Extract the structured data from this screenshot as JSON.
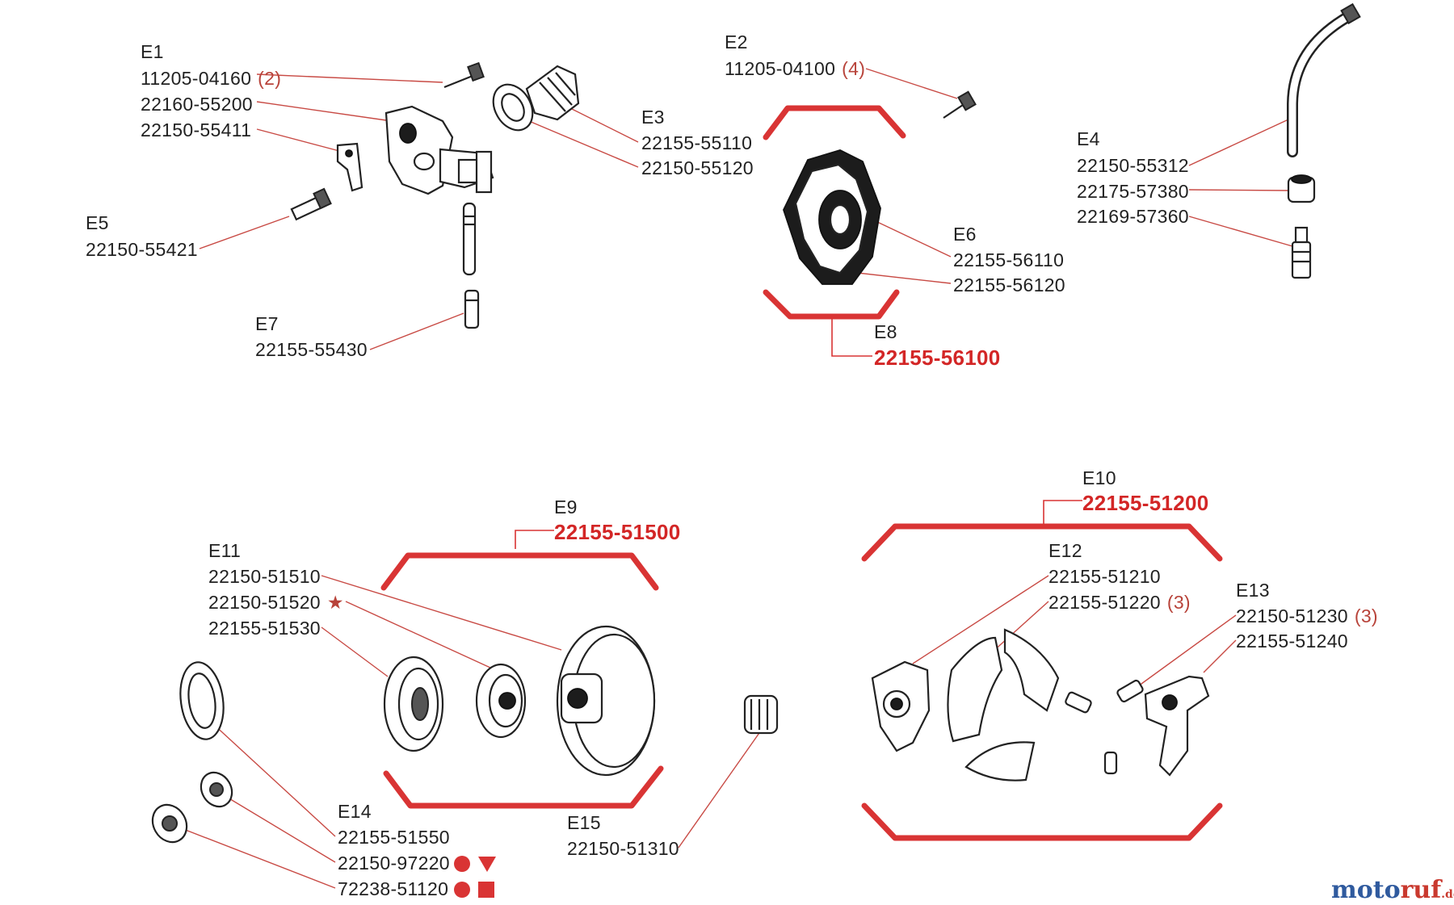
{
  "labels": {
    "e1": {
      "ref": "E1",
      "p1": "11205-04160",
      "q1": "(2)",
      "p2": "22160-55200",
      "p3": "22150-55411"
    },
    "e2": {
      "ref": "E2",
      "p1": "11205-04100",
      "q1": "(4)"
    },
    "e3": {
      "ref": "E3",
      "p1": "22155-55110",
      "p2": "22150-55120"
    },
    "e4": {
      "ref": "E4",
      "p1": "22150-55312",
      "p2": "22175-57380",
      "p3": "22169-57360"
    },
    "e5": {
      "ref": "E5",
      "p1": "22150-55421"
    },
    "e6": {
      "ref": "E6",
      "p1": "22155-56110",
      "p2": "22155-56120"
    },
    "e7": {
      "ref": "E7",
      "p1": "22155-55430"
    },
    "e8": {
      "ref": "E8",
      "p1": "22155-56100"
    },
    "e9": {
      "ref": "E9",
      "p1": "22155-51500"
    },
    "e10": {
      "ref": "E10",
      "p1": "22155-51200"
    },
    "e11": {
      "ref": "E11",
      "p1": "22150-51510",
      "p2": "22150-51520",
      "p3": "22155-51530"
    },
    "e12": {
      "ref": "E12",
      "p1": "22155-51210",
      "p2": "22155-51220",
      "q2": "(3)"
    },
    "e13": {
      "ref": "E13",
      "p1": "22150-51230",
      "q1": "(3)",
      "p2": "22155-51240"
    },
    "e14": {
      "ref": "E14",
      "p1": "22155-51550",
      "p2": "22150-97220",
      "p3": "72238-51120"
    },
    "e15": {
      "ref": "E15",
      "p1": "22150-51310"
    }
  },
  "symbols": {
    "star": "★",
    "star_name": "star-icon",
    "dot_name": "red-dot-icon",
    "triangle_name": "down-triangle-icon",
    "square_name": "red-square-icon"
  },
  "watermark": {
    "text_a": "moto",
    "text_b": "ruf",
    "suffix": ".de",
    "color_a": "#2f5a9e",
    "color_b": "#c9392e"
  },
  "colors": {
    "accent": "#d93434",
    "leader": "#c84a44",
    "ink": "#222222"
  }
}
